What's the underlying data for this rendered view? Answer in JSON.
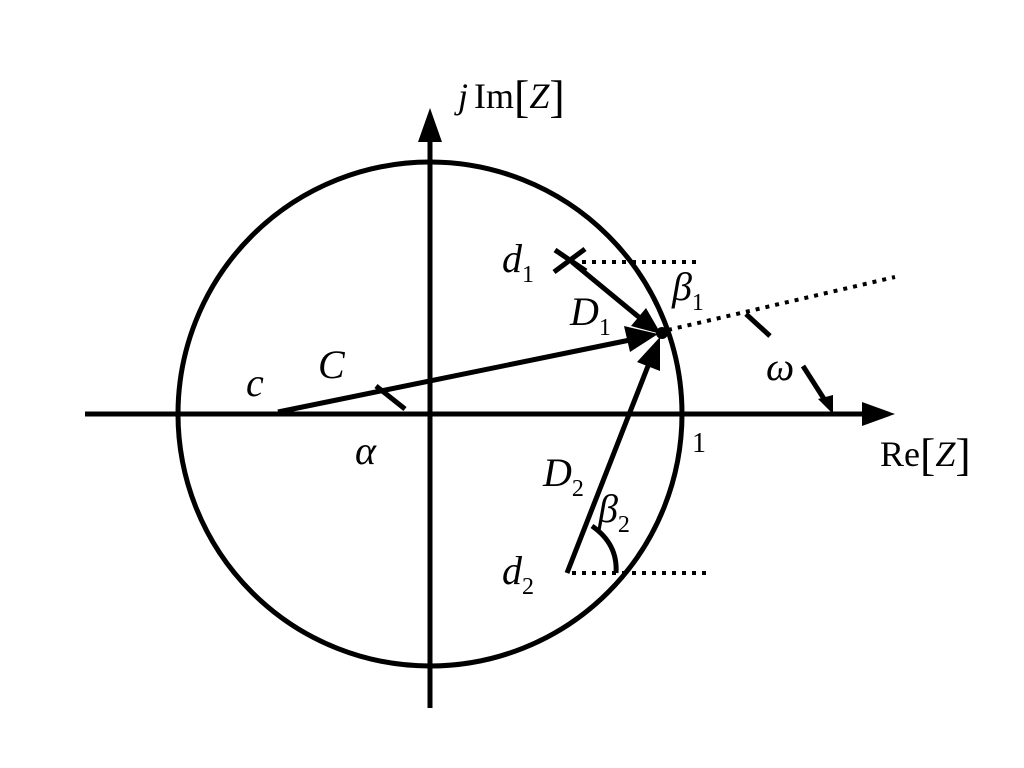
{
  "diagram": {
    "colors": {
      "stroke": "#000000",
      "background": "#ffffff"
    },
    "axes": {
      "imag_label": {
        "prefix": "j",
        "func": "Im",
        "arg": "Z"
      },
      "real_label": {
        "func": "Re",
        "arg": "Z"
      },
      "unit_tick": "1"
    },
    "labels": {
      "c": "c",
      "C": "C",
      "alpha": "α",
      "d1": {
        "main": "d",
        "sub": "1"
      },
      "D1": {
        "main": "D",
        "sub": "1"
      },
      "beta1": {
        "main": "β",
        "sub": "1"
      },
      "omega": "ω",
      "D2": {
        "main": "D",
        "sub": "2"
      },
      "beta2": {
        "main": "β",
        "sub": "2"
      },
      "d2": {
        "main": "d",
        "sub": "2"
      }
    }
  }
}
